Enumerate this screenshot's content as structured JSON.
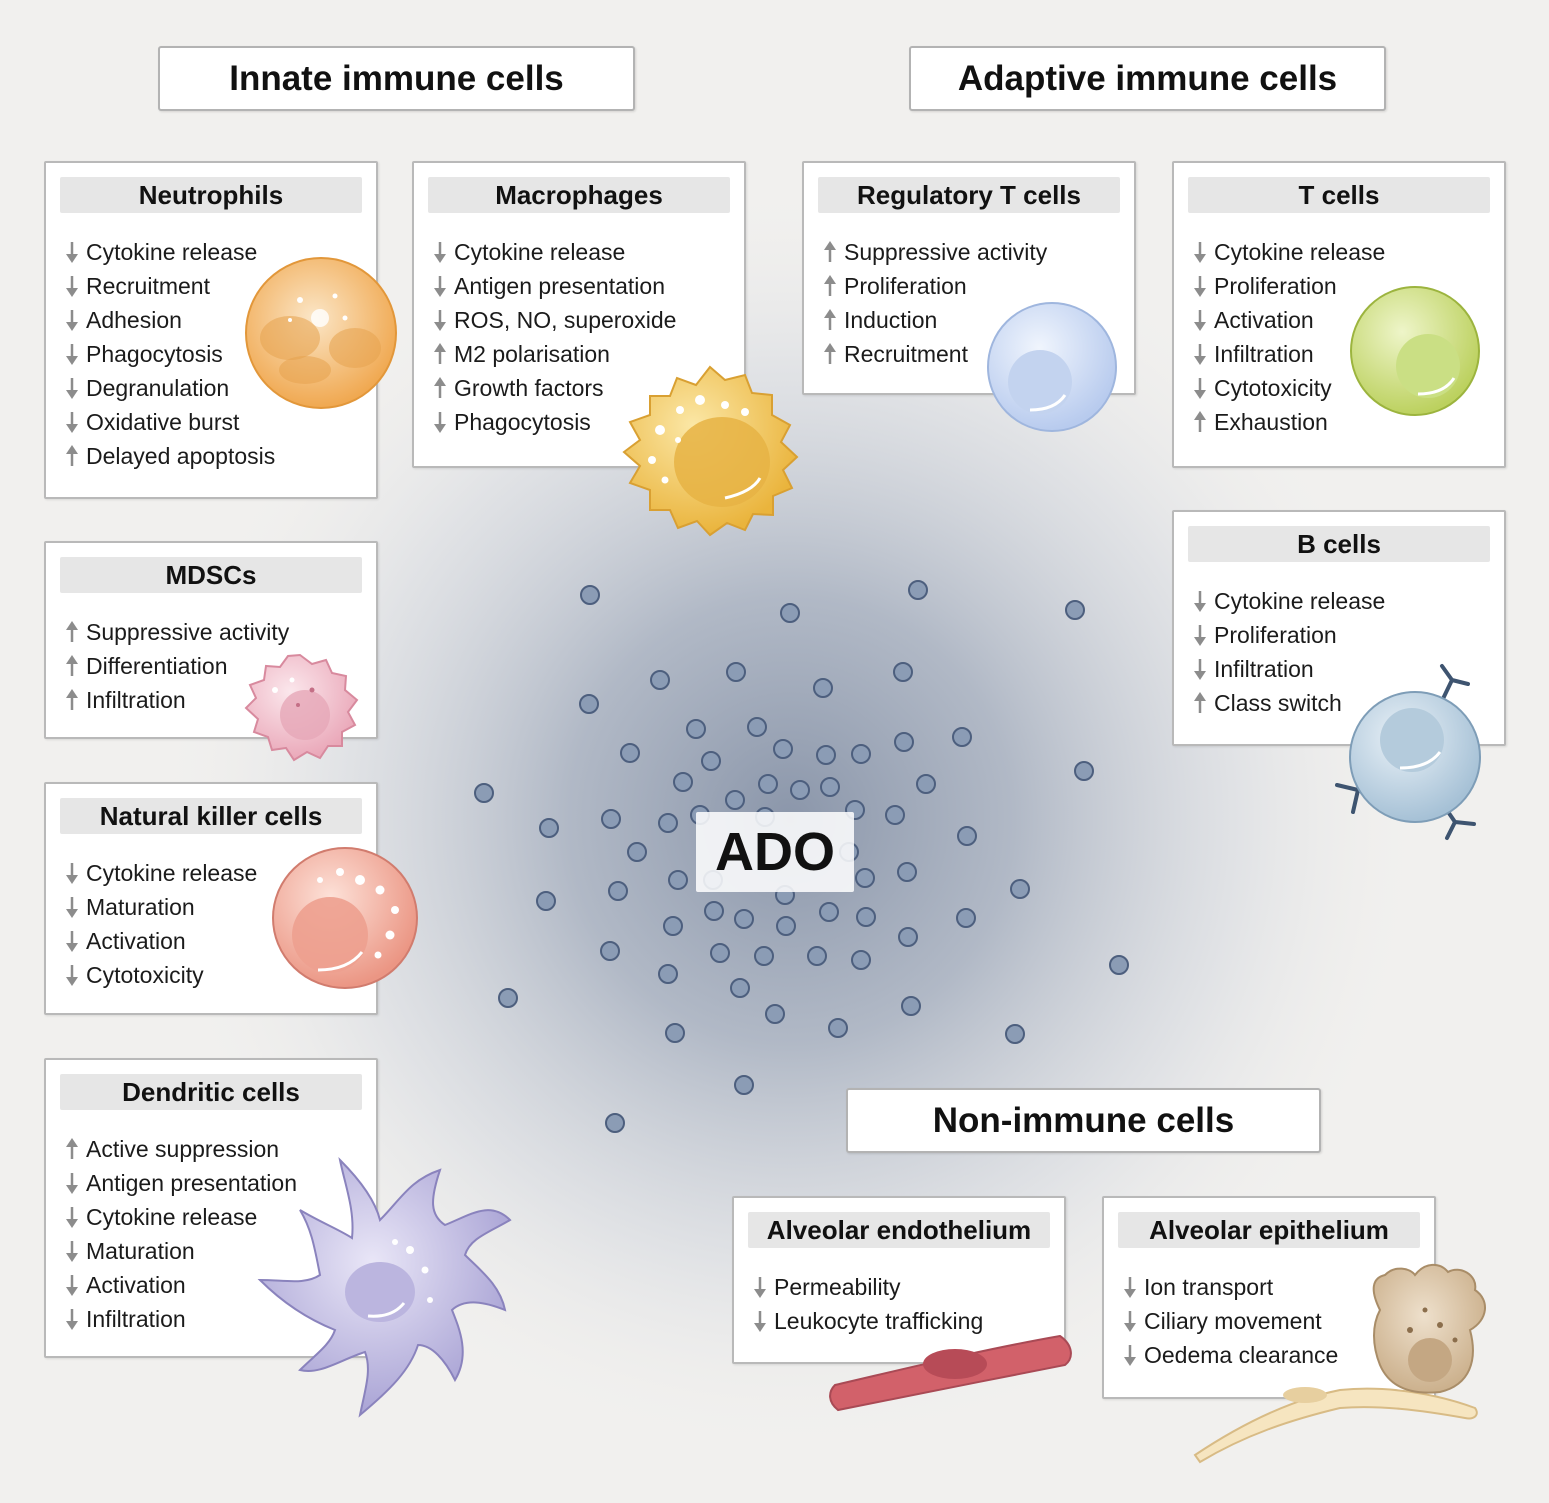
{
  "headers": {
    "innate": "Innate immune cells",
    "adaptive": "Adaptive immune cells",
    "non_immune": "Non-immune cells"
  },
  "center_label": "ADO",
  "cards": [
    {
      "id": "neutrophils",
      "title": "Neutrophils",
      "items": [
        {
          "dir": "down",
          "text": "Cytokine release"
        },
        {
          "dir": "down",
          "text": "Recruitment"
        },
        {
          "dir": "down",
          "text": "Adhesion"
        },
        {
          "dir": "down",
          "text": "Phagocytosis"
        },
        {
          "dir": "down",
          "text": "Degranulation"
        },
        {
          "dir": "down",
          "text": "Oxidative burst"
        },
        {
          "dir": "up",
          "text": "Delayed apoptosis"
        }
      ]
    },
    {
      "id": "macrophages",
      "title": "Macrophages",
      "items": [
        {
          "dir": "down",
          "text": "Cytokine release"
        },
        {
          "dir": "down",
          "text": "Antigen presentation"
        },
        {
          "dir": "down",
          "text": "ROS, NO, superoxide"
        },
        {
          "dir": "up",
          "text": "M2 polarisation"
        },
        {
          "dir": "up",
          "text": "Growth factors"
        },
        {
          "dir": "down",
          "text": "Phagocytosis"
        }
      ]
    },
    {
      "id": "regulatory-t-cells",
      "title": "Regulatory T cells",
      "items": [
        {
          "dir": "up",
          "text": "Suppressive activity"
        },
        {
          "dir": "up",
          "text": "Proliferation"
        },
        {
          "dir": "up",
          "text": "Induction"
        },
        {
          "dir": "up",
          "text": "Recruitment"
        }
      ]
    },
    {
      "id": "t-cells",
      "title": "T cells",
      "items": [
        {
          "dir": "down",
          "text": "Cytokine release"
        },
        {
          "dir": "down",
          "text": "Proliferation"
        },
        {
          "dir": "down",
          "text": "Activation"
        },
        {
          "dir": "down",
          "text": "Infiltration"
        },
        {
          "dir": "down",
          "text": "Cytotoxicity"
        },
        {
          "dir": "up",
          "text": "Exhaustion"
        }
      ]
    },
    {
      "id": "mdscs",
      "title": "MDSCs",
      "items": [
        {
          "dir": "up",
          "text": "Suppressive activity"
        },
        {
          "dir": "up",
          "text": "Differentiation"
        },
        {
          "dir": "up",
          "text": "Infiltration"
        }
      ]
    },
    {
      "id": "b-cells",
      "title": "B cells",
      "items": [
        {
          "dir": "down",
          "text": "Cytokine release"
        },
        {
          "dir": "down",
          "text": "Proliferation"
        },
        {
          "dir": "down",
          "text": "Infiltration"
        },
        {
          "dir": "up",
          "text": "Class switch"
        }
      ]
    },
    {
      "id": "natural-killer-cells",
      "title": "Natural killer cells",
      "items": [
        {
          "dir": "down",
          "text": "Cytokine release"
        },
        {
          "dir": "down",
          "text": "Maturation"
        },
        {
          "dir": "down",
          "text": "Activation"
        },
        {
          "dir": "down",
          "text": "Cytotoxicity"
        }
      ]
    },
    {
      "id": "dendritic-cells",
      "title": "Dendritic cells",
      "items": [
        {
          "dir": "up",
          "text": "Active suppression"
        },
        {
          "dir": "down",
          "text": "Antigen presentation"
        },
        {
          "dir": "down",
          "text": "Cytokine release"
        },
        {
          "dir": "down",
          "text": "Maturation"
        },
        {
          "dir": "down",
          "text": "Activation"
        },
        {
          "dir": "down",
          "text": "Infiltration"
        }
      ]
    },
    {
      "id": "alveolar-endothelium",
      "title": "Alveolar endothelium",
      "items": [
        {
          "dir": "down",
          "text": "Permeability"
        },
        {
          "dir": "down",
          "text": "Leukocyte trafficking"
        }
      ]
    },
    {
      "id": "alveolar-epithelium",
      "title": "Alveolar epithelium",
      "items": [
        {
          "dir": "down",
          "text": "Ion transport"
        },
        {
          "dir": "down",
          "text": "Ciliary movement"
        },
        {
          "dir": "down",
          "text": "Oedema clearance"
        }
      ]
    }
  ],
  "colors": {
    "arrow": "#8c8c8c",
    "molecule_fill": "#8b9cb5",
    "molecule_stroke": "#4d5f7e",
    "neutrophil": "#f4b667",
    "macrophage": "#f3c75c",
    "treg": "#c9d8f1",
    "t_cell": "#cfe08a",
    "mdsc": "#f1bfcb",
    "b_cell": "#bcd3e3",
    "nk_cell": "#f1a998",
    "dendritic_cell": "#b2addb",
    "endothelium": "#d2616a",
    "epithelium_goblet": "#d9c3a5",
    "epithelium_flat": "#f6e5c0"
  },
  "icons": [
    "arrow-up-icon",
    "arrow-down-icon",
    "adenosine-molecule-icon",
    "neutrophil-icon",
    "macrophage-icon",
    "regulatory-t-cell-icon",
    "t-cell-icon",
    "mdsc-icon",
    "b-cell-icon",
    "antibody-icon",
    "nk-cell-icon",
    "dendritic-cell-icon",
    "endothelial-cell-icon",
    "epithelial-cell-icon"
  ]
}
